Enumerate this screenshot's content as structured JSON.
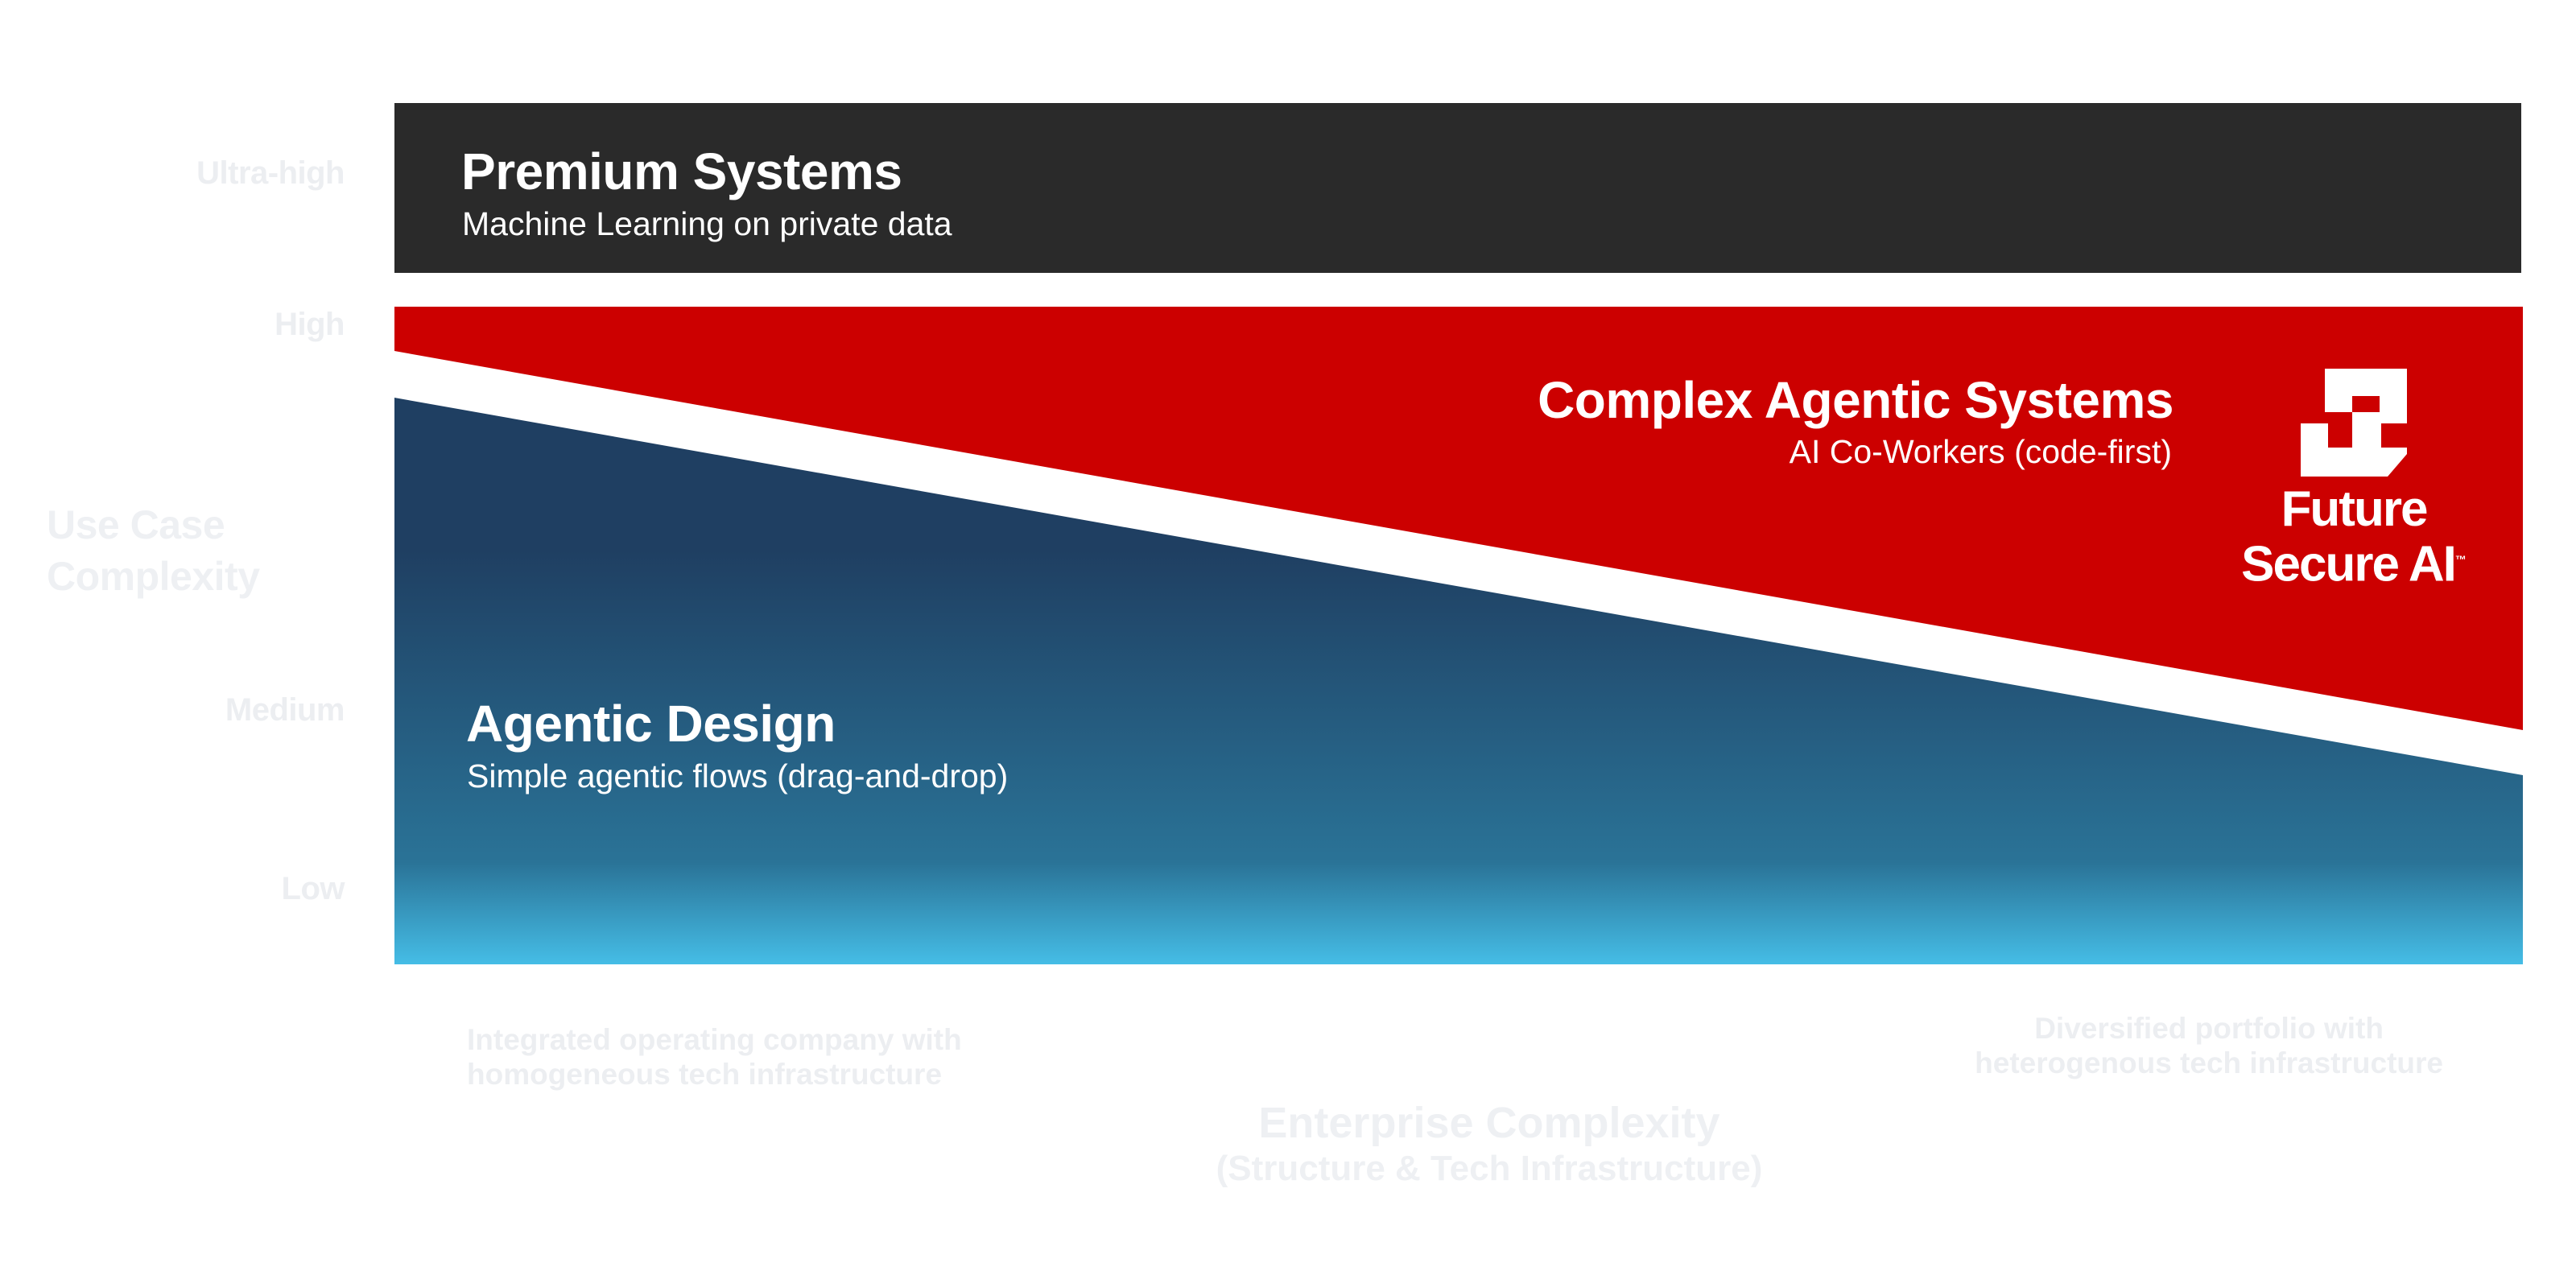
{
  "y_axis": {
    "title_line1": "Use Case",
    "title_line2": "Complexity",
    "levels": [
      "Ultra-high",
      "High",
      "Medium",
      "Low"
    ]
  },
  "x_axis": {
    "title": "Enterprise Complexity",
    "subtitle": "(Structure & Tech Infrastructure)",
    "left_label_line1": "Integrated operating company with",
    "left_label_line2": "homogeneous tech infrastructure",
    "right_label_line1": "Diversified portfolio with",
    "right_label_line2": "heterogenous tech infrastructure"
  },
  "bands": {
    "premium": {
      "title": "Premium Systems",
      "subtitle": "Machine Learning on private data",
      "color": "#2a2a2a"
    },
    "complex": {
      "title": "Complex Agentic Systems",
      "subtitle": "AI Co-Workers (code-first)",
      "color": "#cc0000"
    },
    "agentic": {
      "title": "Agentic Design",
      "subtitle": "Simple agentic flows (drag-and-drop)",
      "colors": [
        "#1f3f62",
        "#2a7397",
        "#45bde6"
      ]
    }
  },
  "logo": {
    "icon": "future-secure-ai-logo-icon",
    "line1": "Future",
    "line2": "Secure AI",
    "trademark": "™"
  }
}
